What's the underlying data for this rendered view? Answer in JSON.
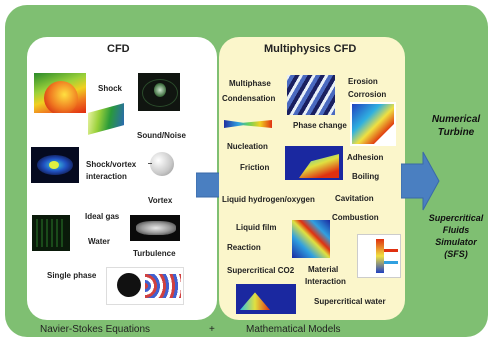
{
  "cfd": {
    "title": "CFD",
    "items": [
      "Shock",
      "Sound/Noise",
      "Shock/vortex",
      "interaction",
      "Vortex",
      "Ideal gas",
      "Water",
      "Turbulence",
      "Single phase"
    ]
  },
  "multiphysics": {
    "title": "Multiphysics CFD",
    "items": [
      "Multiphase",
      "Condensation",
      "Phase change",
      "Erosion",
      "Corrosion",
      "Nucleation",
      "Friction",
      "Adhesion",
      "Boiling",
      "Liquid hydrogen/oxygen",
      "Cavitation",
      "Combustion",
      "Liquid film",
      "Reaction",
      "Supercritical CO2",
      "Material",
      "Interaction",
      "Supercritical water"
    ]
  },
  "outputs": {
    "numerical_turbine": [
      "Numerical",
      "Turbine"
    ],
    "sfs": [
      "Supercritical",
      "Fluids",
      "Simulator",
      "(SFS)"
    ]
  },
  "footer": {
    "left": "Navier-Stokes Equations",
    "plus": "+",
    "right": "Mathematical Models"
  },
  "colors": {
    "frame": "#7fbf72",
    "cfd_panel": "#ffffff",
    "multiphysics_panel": "#fbf6cb",
    "arrow": "#4a7fc1"
  }
}
